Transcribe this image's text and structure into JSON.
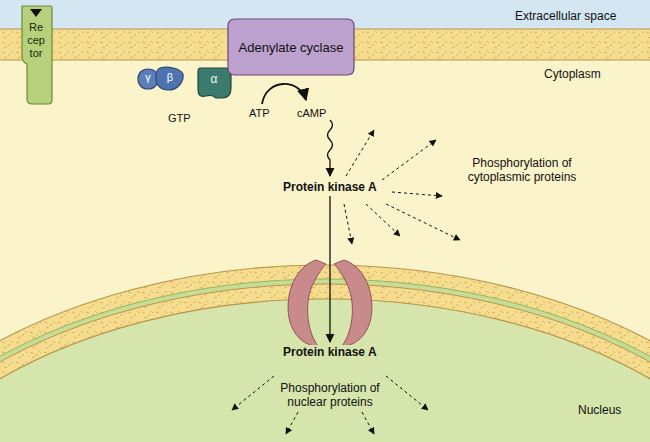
{
  "diagram": {
    "nodes": [
      {
        "text": [
          "Re cep tor"
        ]
      },
      {
        "text": [
          "γ"
        ]
      },
      {
        "text": [
          "β"
        ]
      },
      {
        "text": [
          "α"
        ]
      },
      {
        "text": [
          "Adenylate cyclase"
        ]
      }
    ],
    "labels": [
      "Extracellular space",
      "Cytoplasm",
      "GTP",
      "ATP",
      "cAMP",
      "Protein kinase A",
      "Phosphorylation of cytoplasmic proteins",
      "Protein kinase A",
      "Phosphorylation of nuclear proteins",
      "Nucleus"
    ]
  }
}
